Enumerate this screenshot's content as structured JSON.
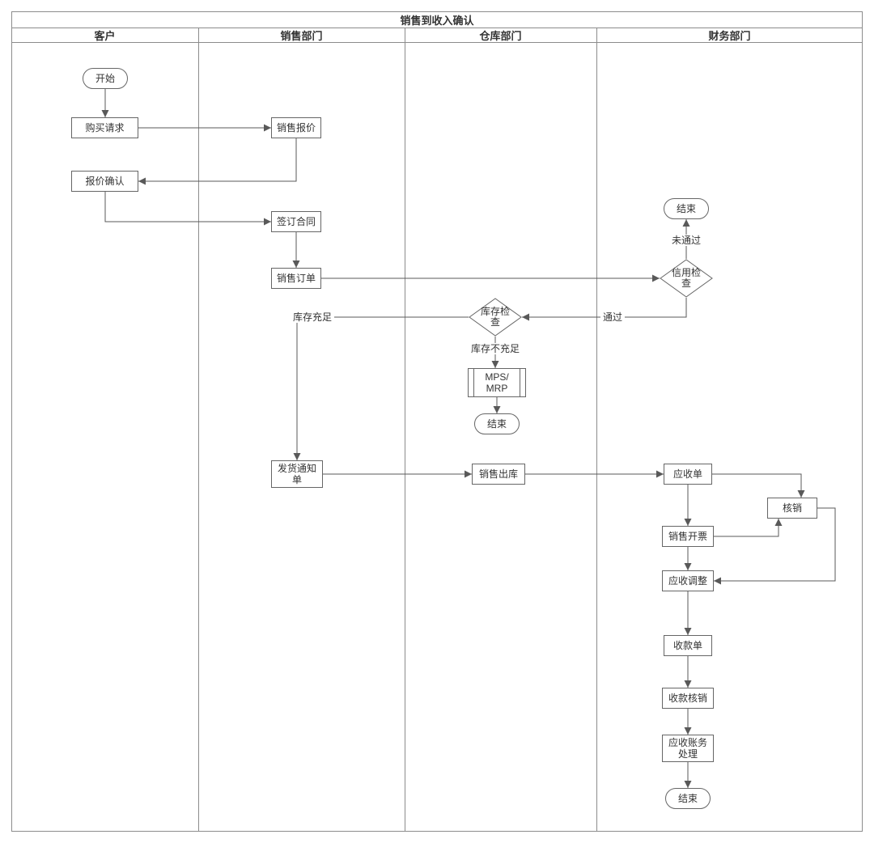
{
  "diagram": {
    "title": "销售到收入确认",
    "lanes": [
      {
        "label": "客户"
      },
      {
        "label": "销售部门"
      },
      {
        "label": "仓库部门"
      },
      {
        "label": "财务部门"
      }
    ],
    "nodes": {
      "start": {
        "label": "开始",
        "type": "start"
      },
      "purchase_request": {
        "label": "购买请求",
        "type": "process"
      },
      "sales_quote": {
        "label": "销售报价",
        "type": "process"
      },
      "quote_confirm": {
        "label": "报价确认",
        "type": "process"
      },
      "sign_contract": {
        "label": "签订合同",
        "type": "process"
      },
      "sales_order": {
        "label": "销售订单",
        "type": "process"
      },
      "credit_check": {
        "label": "信用检\n查",
        "type": "decision"
      },
      "end_credit": {
        "label": "结束",
        "type": "end"
      },
      "inventory_check": {
        "label": "库存检\n查",
        "type": "decision"
      },
      "mps_mrp": {
        "label": "MPS/\nMRP",
        "type": "predefined-process"
      },
      "end_warehouse": {
        "label": "结束",
        "type": "end"
      },
      "delivery_notice": {
        "label": "发货通知\n单",
        "type": "process"
      },
      "sales_outbound": {
        "label": "销售出库",
        "type": "process"
      },
      "receivable": {
        "label": "应收单",
        "type": "process"
      },
      "writeoff": {
        "label": "核销",
        "type": "process"
      },
      "sales_invoice": {
        "label": "销售开票",
        "type": "process"
      },
      "receivable_adjust": {
        "label": "应收调整",
        "type": "process"
      },
      "receipt": {
        "label": "收款单",
        "type": "process"
      },
      "receipt_writeoff": {
        "label": "收款核销",
        "type": "process"
      },
      "receivable_accounting": {
        "label": "应收账务\n处理",
        "type": "process"
      },
      "end_finance": {
        "label": "结束",
        "type": "end"
      }
    },
    "edge_labels": {
      "not_passed": "未通过",
      "passed": "通过",
      "stock_sufficient": "库存充足",
      "stock_insufficient": "库存不充足"
    },
    "colors": {
      "node_border": "#666666",
      "edge_line": "#595959",
      "frame_line": "#8c8c8c",
      "text": "#333333",
      "background": "#ffffff"
    }
  }
}
